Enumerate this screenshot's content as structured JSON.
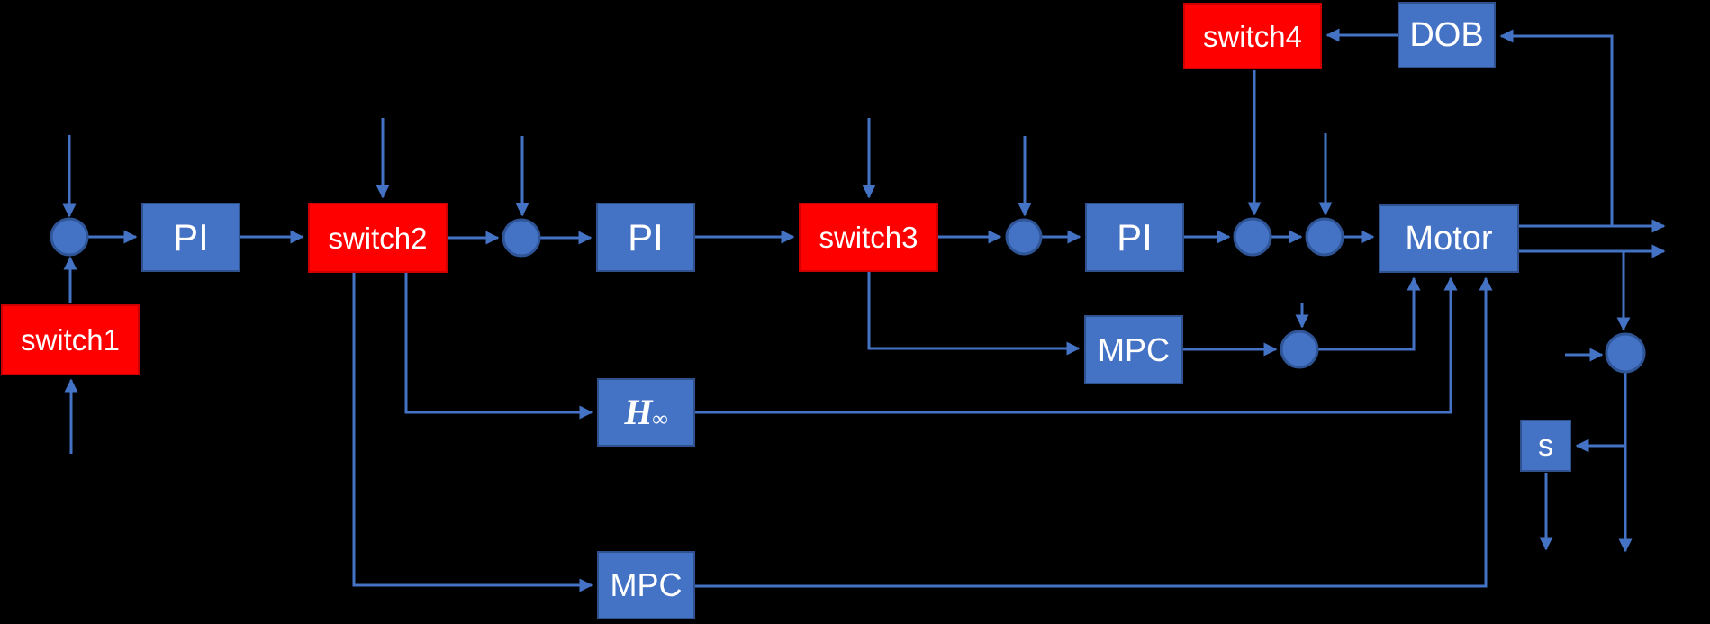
{
  "diagram": {
    "type": "control-system-block-diagram",
    "colors": {
      "background": "#000000",
      "connector": "#4472C4",
      "blue_block_fill": "#4472C4",
      "blue_block_border": "#2F528F",
      "red_block_fill": "#FE0000",
      "red_block_border": "#CC0000",
      "junction_fill": "#4472C4",
      "junction_border": "#2F5597",
      "text": "#FFFFFF"
    },
    "blocks": {
      "pi1": {
        "label": "PI"
      },
      "switch1": {
        "label": "switch1"
      },
      "switch2": {
        "label": "switch2"
      },
      "pi2": {
        "label": "PI"
      },
      "switch3": {
        "label": "switch3"
      },
      "pi3": {
        "label": "PI"
      },
      "switch4": {
        "label": "switch4"
      },
      "dob": {
        "label": "DOB"
      },
      "motor": {
        "label": "Motor"
      },
      "hinf": {
        "label_main": "H",
        "label_sub": "∞"
      },
      "mpc_mid": {
        "label": "MPC"
      },
      "mpc_bottom": {
        "label": "MPC"
      },
      "s": {
        "label": "s"
      }
    }
  }
}
